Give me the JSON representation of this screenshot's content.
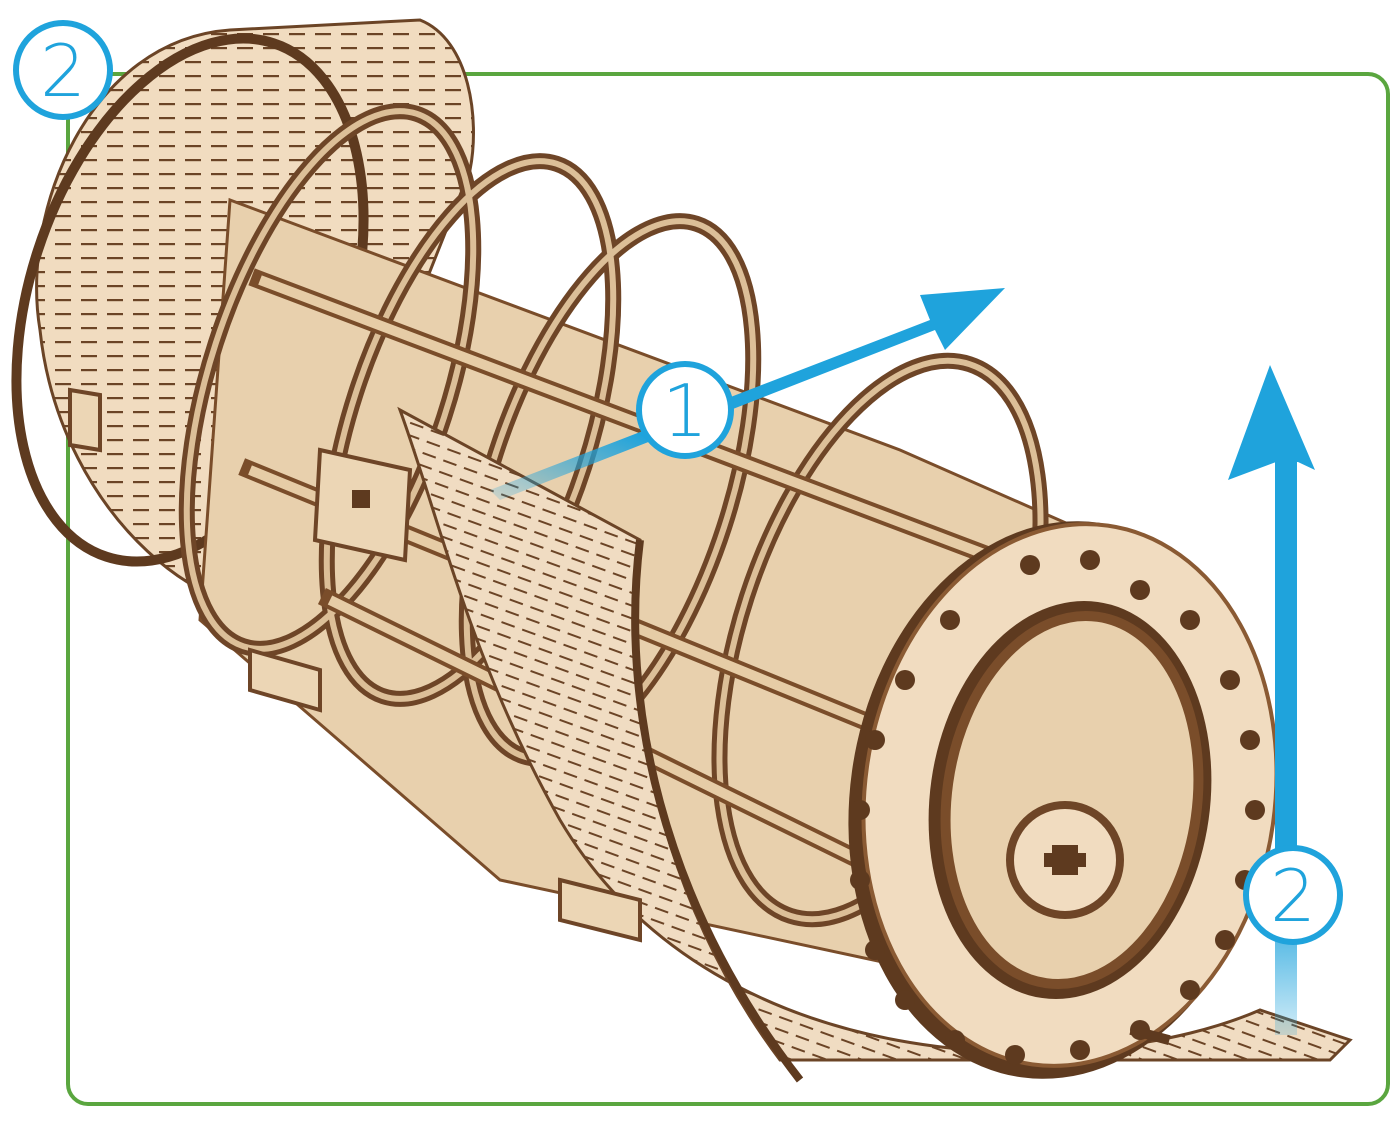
{
  "frame": {
    "border_color": "#5aa63f"
  },
  "markers": {
    "step_1": {
      "label": "1"
    },
    "step_2_corner": {
      "label": "2"
    },
    "step_2_arrow": {
      "label": "2"
    }
  },
  "colors": {
    "marker": "#1fa3dc",
    "wood_light": "#f1dcc0",
    "wood_mid": "#dcbf98",
    "wood_edge": "#8a5a33",
    "wood_dark": "#5e3a1f"
  },
  "icons": {
    "arrow_1": "arrow-up-right-icon",
    "arrow_2": "arrow-up-icon"
  }
}
